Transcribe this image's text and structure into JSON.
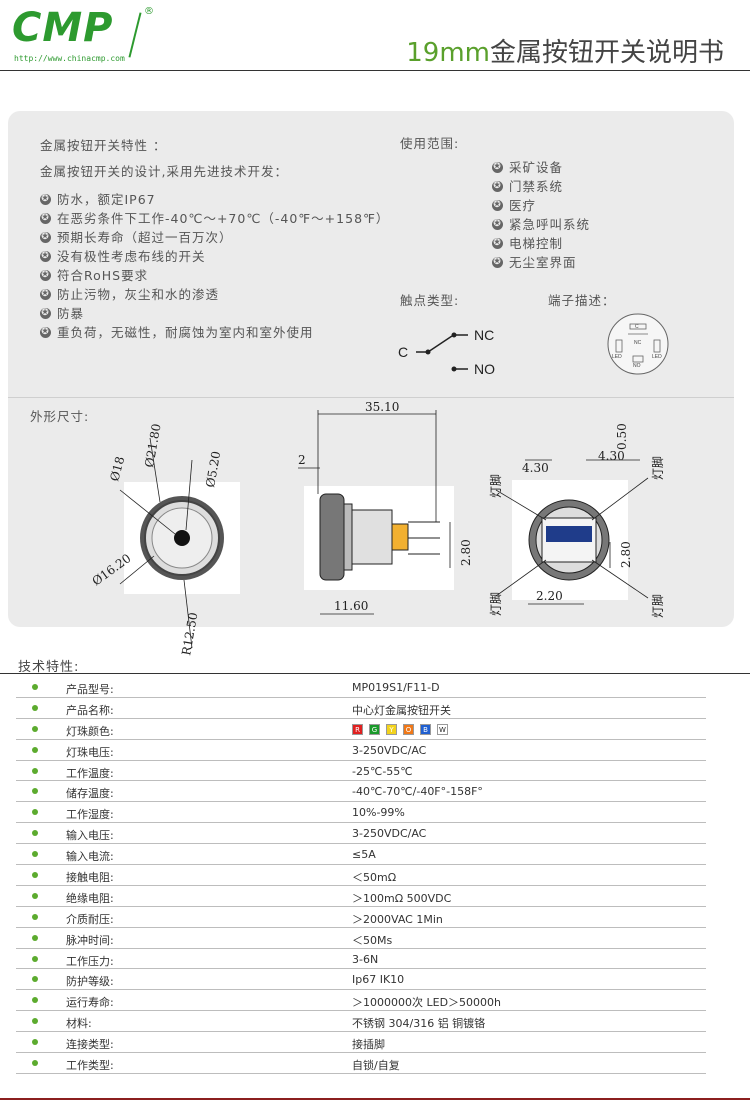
{
  "header": {
    "logo_text": "CMP",
    "logo_registered": "®",
    "logo_url": "http://www.chinacmp.com",
    "title_size": "19mm",
    "title_text": "金属按钮开关说明书"
  },
  "features": {
    "title": "金属按钮开关特性 ：",
    "intro": "金属按钮开关的设计,采用先进技术开发：",
    "items": [
      "防水，额定IP67",
      "在恶劣条件下工作-40℃～+70℃（-40℉～+158℉）",
      "预期长寿命（超过一百万次）",
      "没有极性考虑布线的开关",
      "符合RoHS要求",
      "防止污物，灰尘和水的渗透",
      "防暴",
      "重负荷，无磁性，耐腐蚀为室内和室外使用"
    ]
  },
  "usage": {
    "title": "使用范围:",
    "items": [
      "采矿设备",
      "门禁系统",
      "医疗",
      "紧急呼叫系统",
      "电梯控制",
      "无尘室界面"
    ]
  },
  "contact": {
    "title": "触点类型:",
    "nc": "NC",
    "no": "NO",
    "c": "C"
  },
  "terminal": {
    "title": "端子描述：",
    "c": "C",
    "nc": "NC",
    "no": "NO",
    "led": "LED"
  },
  "dimensions": {
    "title": "外形尺寸:",
    "d21": "Ø21.80",
    "d18": "Ø18",
    "d5": "Ø5.20",
    "d16": "Ø16.20",
    "r12": "R12.50",
    "len35": "35.10",
    "len2": "2",
    "len11": "11.60",
    "h280": "2.80",
    "w430": "4.30",
    "w430b": "4.30",
    "t050": "0.50",
    "h280b": "2.80",
    "w220": "2.20",
    "lamp": "灯脚"
  },
  "specs": {
    "title": "技术特性:",
    "rows": [
      {
        "k": "产品型号:",
        "v": "MP019S1/F11-D"
      },
      {
        "k": "产品名称:",
        "v": "中心灯金属按钮开关"
      },
      {
        "k": "灯珠颜色:",
        "v": ""
      },
      {
        "k": "灯珠电压:",
        "v": "3-250VDC/AC"
      },
      {
        "k": "工作温度:",
        "v": "-25℃-55℃"
      },
      {
        "k": "储存温度:",
        "v": "-40℃-70℃/-40F°-158F°"
      },
      {
        "k": "工作湿度:",
        "v": "10%-99%"
      },
      {
        "k": "输入电压:",
        "v": "3-250VDC/AC"
      },
      {
        "k": "输入电流:",
        "v": "≤5A"
      },
      {
        "k": "接触电阻:",
        "v": "＜50mΩ"
      },
      {
        "k": "绝缘电阻:",
        "v": "＞100mΩ  500VDC"
      },
      {
        "k": "介质耐压:",
        "v": "＞2000VAC  1Min"
      },
      {
        "k": "脉冲时间:",
        "v": "＜50Ms"
      },
      {
        "k": "工作压力:",
        "v": "3-6N"
      },
      {
        "k": "防护等级:",
        "v": "Ip67 IK10"
      },
      {
        "k": "运行寿命:",
        "v": "＞1000000次  LED＞50000h"
      },
      {
        "k": "材料:",
        "v": "不锈钢 304/316  铝  铜镀铬"
      },
      {
        "k": "连接类型:",
        "v": "接插脚"
      },
      {
        "k": "工作类型:",
        "v": "自锁/自复"
      }
    ],
    "led_colors": [
      {
        "label": "R",
        "color": "#e02020"
      },
      {
        "label": "G",
        "color": "#1a9a2a"
      },
      {
        "label": "Y",
        "color": "#f2d21c"
      },
      {
        "label": "O",
        "color": "#f07818"
      },
      {
        "label": "B",
        "color": "#1f5fd0"
      },
      {
        "label": "W",
        "color": "#ffffff"
      }
    ]
  }
}
